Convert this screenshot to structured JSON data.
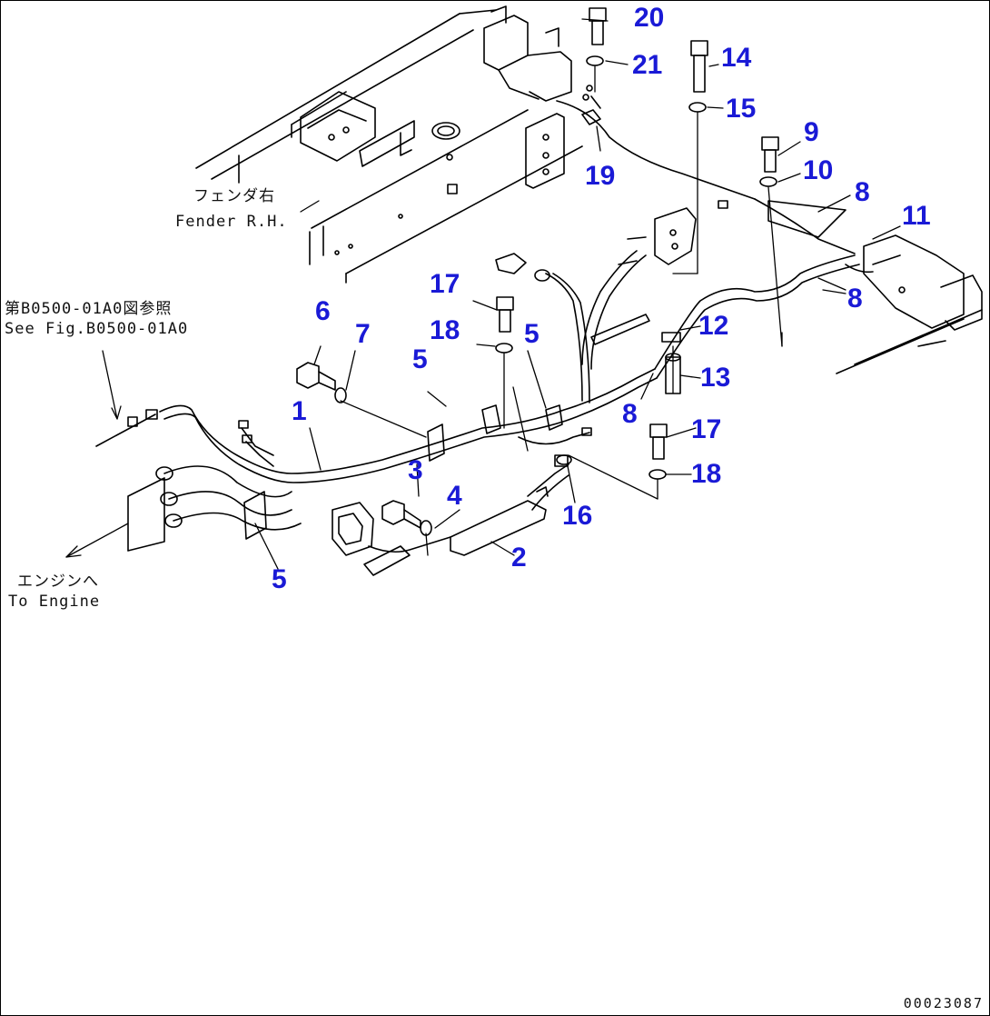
{
  "annotations": {
    "fender_jp": "フェンダ右",
    "fender_en": "Fender R.H.",
    "see_fig_jp": "第B0500-01A0図参照",
    "see_fig_en": "See Fig.B0500-01A0",
    "engine_jp": "エンジンへ",
    "engine_en": "To Engine"
  },
  "callouts": [
    "20",
    "21",
    "14",
    "15",
    "9",
    "10",
    "8",
    "11",
    "19",
    "17",
    "18",
    "5",
    "6",
    "7",
    "5",
    "12",
    "13",
    "8",
    "1",
    "3",
    "4",
    "16",
    "17",
    "18",
    "2",
    "5",
    "8"
  ],
  "document_id": "00023087",
  "colors": {
    "callout": "#1a1ad6",
    "line": "#000000",
    "background": "#ffffff"
  }
}
